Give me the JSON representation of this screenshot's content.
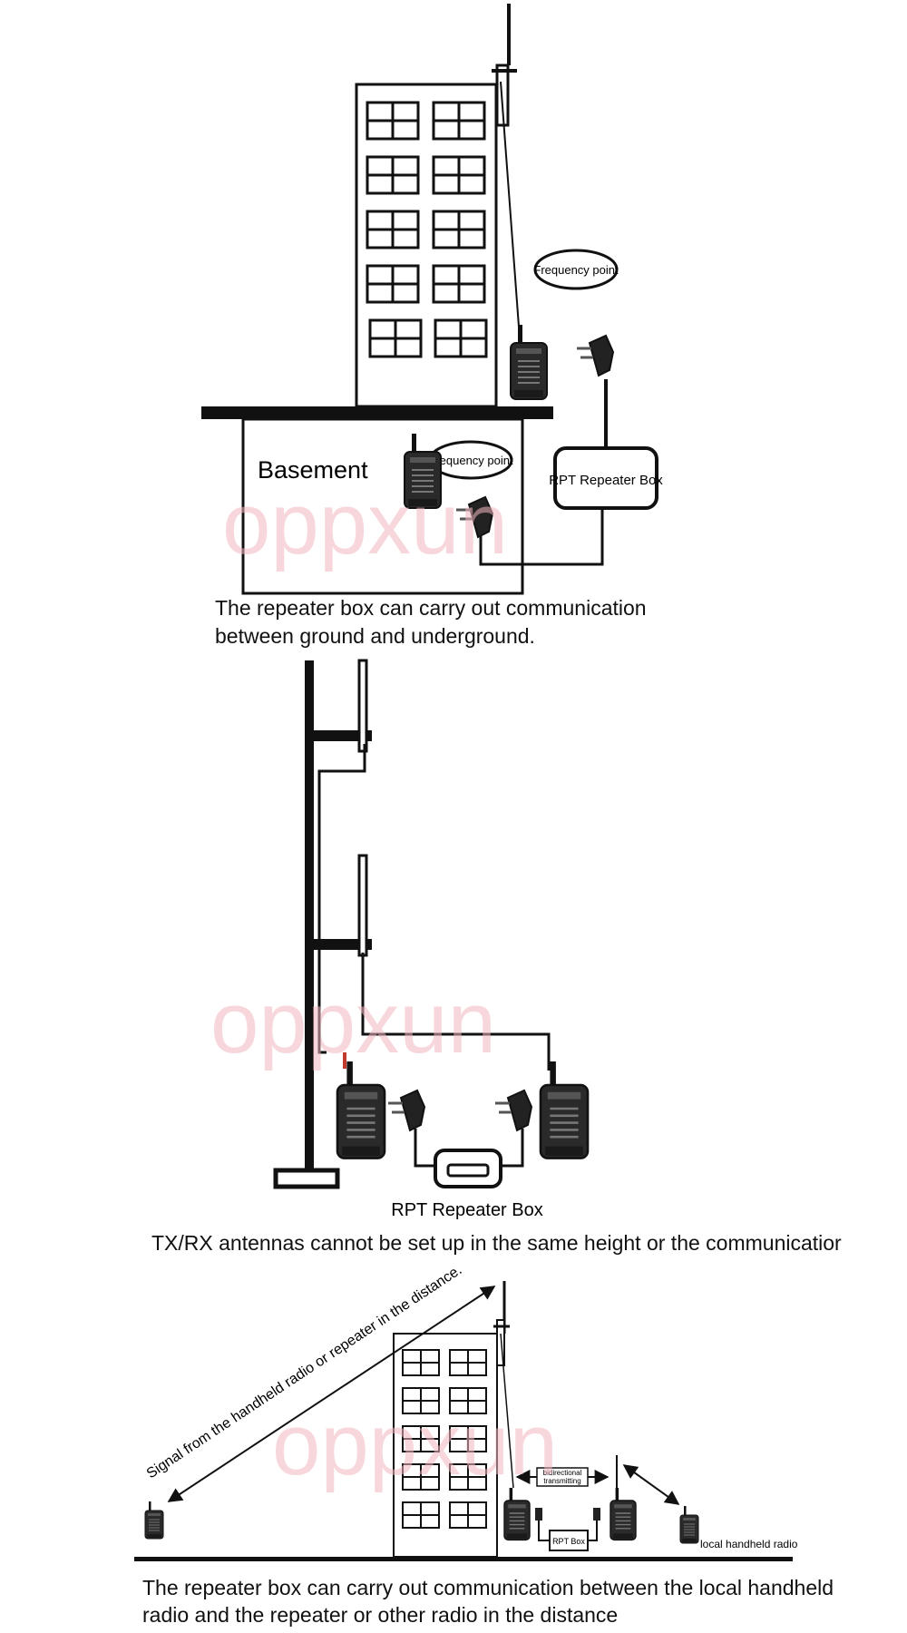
{
  "watermark": "oppxun",
  "colors": {
    "ink": "#111111",
    "watermark": "#f2b8bf",
    "cable_red": "#c0392b"
  },
  "panel1": {
    "frequency_point_1": "Frequency point",
    "frequency_point_2": "Frequency point",
    "basement": "Basement",
    "repeater_box": "RPT Repeater Box",
    "caption_line1": "The repeater box can carry out communication",
    "caption_line2": "between ground and underground."
  },
  "panel2": {
    "repeater_box": "RPT Repeater Box",
    "caption": "TX/RX antennas cannot be set up in the same height or the communicatior"
  },
  "panel3": {
    "signal_label": "Signal from the handheld radio or repeater in the distance.",
    "bidirectional_line1": "bidirectional",
    "bidirectional_line2": "transmitting",
    "rpt_box": "RPT Box",
    "local_radio": "local handheld radio",
    "caption_line1": "The repeater box can carry out communication between the local handheld",
    "caption_line2": "radio and the repeater or other radio in the distance"
  }
}
